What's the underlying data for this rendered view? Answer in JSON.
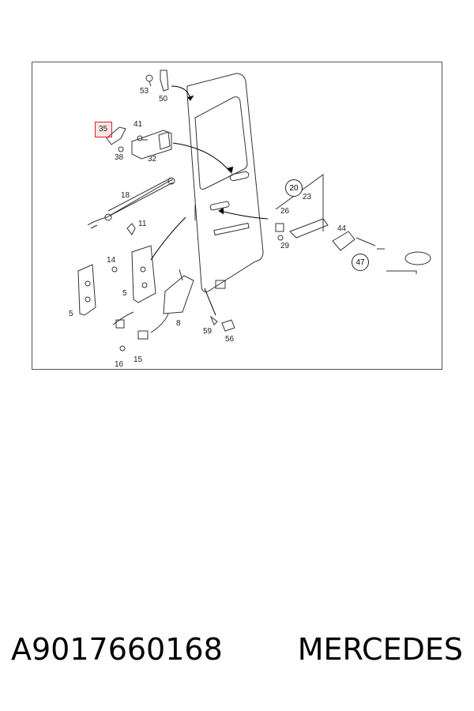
{
  "diagram": {
    "callouts": {
      "c53": "53",
      "c50": "50",
      "c35": "35",
      "c41": "41",
      "c38": "38",
      "c32": "32",
      "c18": "18",
      "c11": "11",
      "c14": "14",
      "c5a": "5",
      "c5b": "5",
      "c8": "8",
      "c16": "16",
      "c15": "15",
      "c59": "59",
      "c56": "56",
      "c20": "20",
      "c23": "23",
      "c26": "26",
      "c29": "29",
      "c44": "44",
      "c47": "47"
    },
    "highlighted_callout": "35"
  },
  "footer": {
    "part_number": "A9017660168",
    "brand": "MERCEDES"
  }
}
